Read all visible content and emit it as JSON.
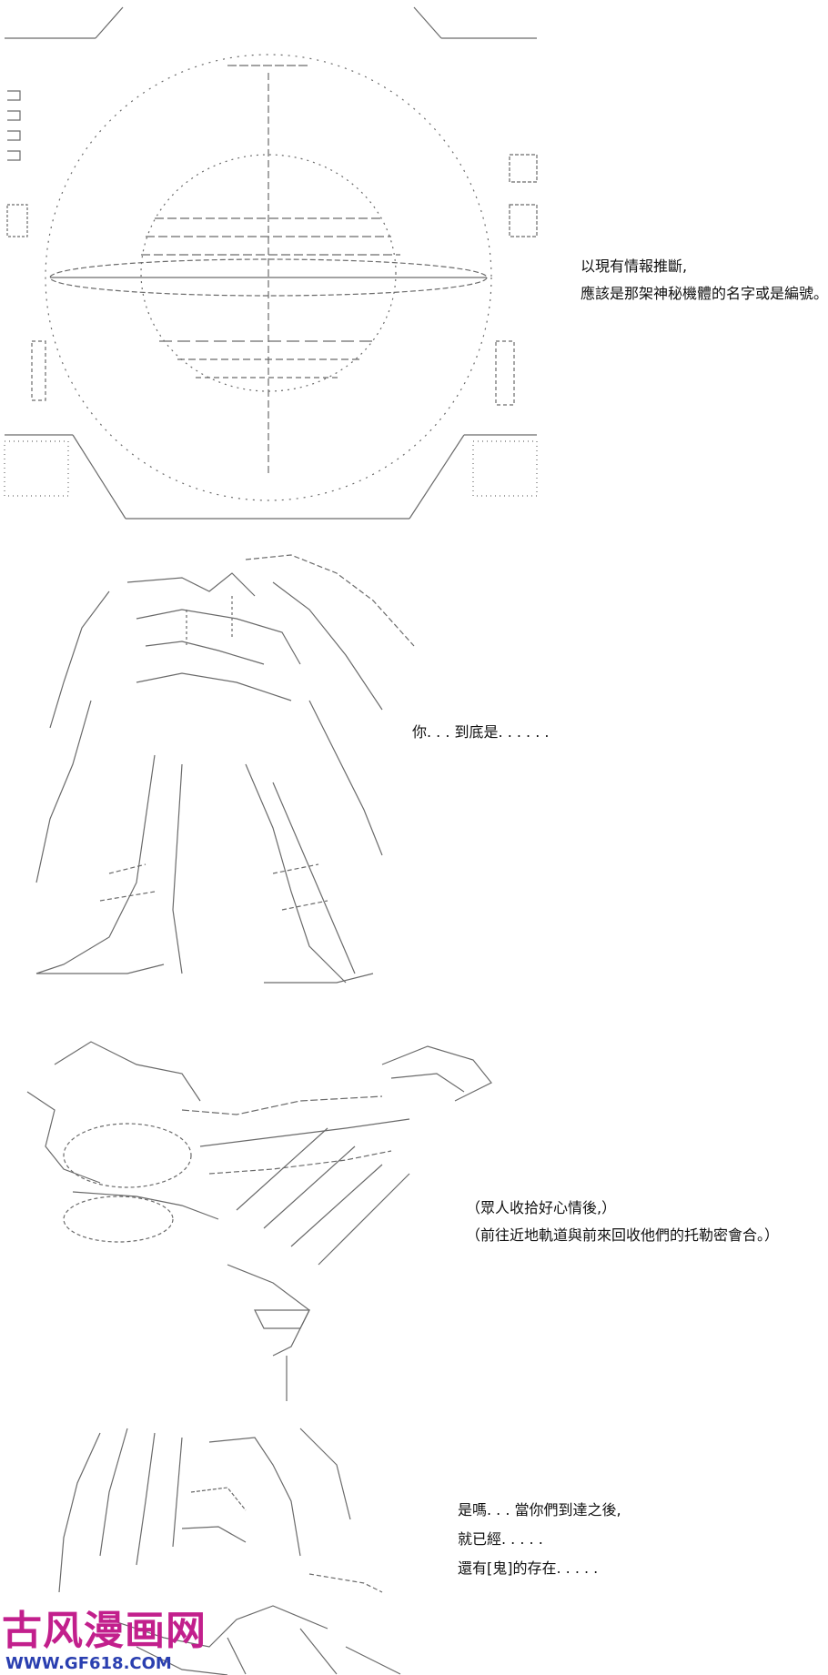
{
  "panels": [
    {
      "id": "panel-1",
      "art": "targeting-scope-ascii-art",
      "caption_lines": [
        "以現有情報推斷,",
        "應該是那架神秘機體的名字或是編號。"
      ]
    },
    {
      "id": "panel-2",
      "art": "mecha-figure-ascii-art",
      "caption_lines": [
        "你. . . 到底是. . . . . ."
      ]
    },
    {
      "id": "panel-3",
      "art": "ship-ascii-art",
      "caption_lines": [
        "（眾人收拾好心情後,）",
        "（前往近地軌道與前來回收他們的托勒密會合。）"
      ]
    },
    {
      "id": "panel-4",
      "art": "character-ascii-art",
      "caption_lines": [
        "是嗎. . . 當你們到達之後,",
        "就已經. . . . .",
        "還有[鬼]的存在. . . . ."
      ]
    }
  ],
  "watermark": {
    "title": "古风漫画网",
    "url": "WWW.GF618.COM",
    "colors": {
      "title": "#c21f8c",
      "url": "#2a3fb0"
    }
  },
  "colors": {
    "background": "#ffffff",
    "art_stroke": "#6a6a6a",
    "text": "#111111"
  }
}
